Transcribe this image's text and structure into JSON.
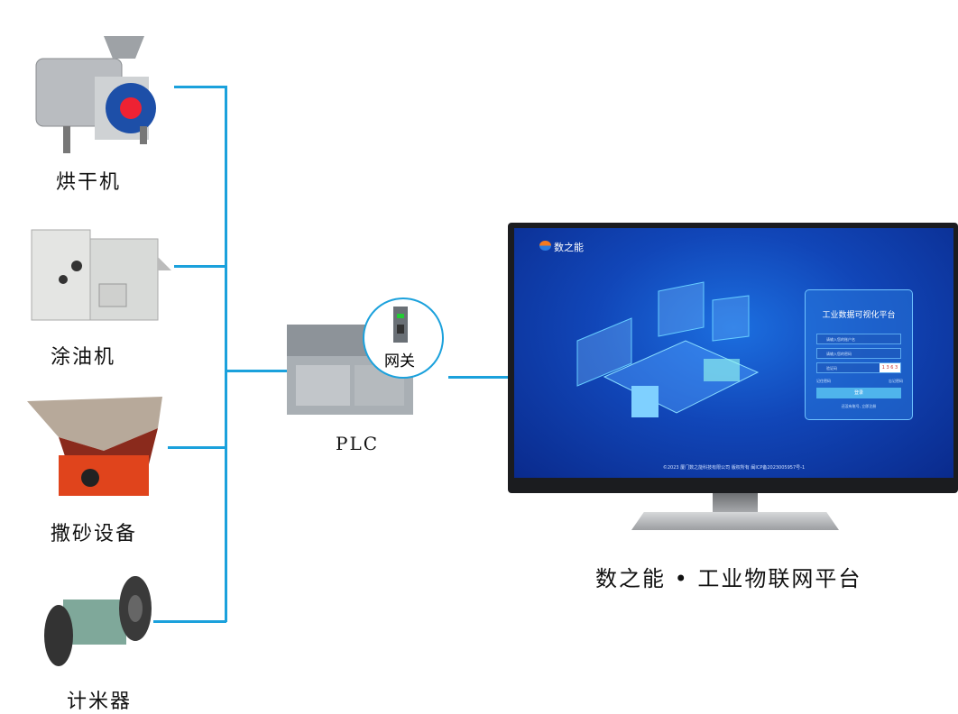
{
  "devices": [
    {
      "label": "烘干机"
    },
    {
      "label": "涂油机"
    },
    {
      "label": "撒砂设备"
    },
    {
      "label": "计米器"
    }
  ],
  "plc": {
    "label": "PLC",
    "gateway_label": "网关"
  },
  "platform": {
    "caption": "数之能 • 工业物联网平台",
    "brand": "数之能",
    "login_title": "工业数据可视化平台",
    "username_placeholder": "请输入您的账户名",
    "password_placeholder": "请输入您的密码",
    "captcha_placeholder": "验证码",
    "captcha_code": "1 3 6 3",
    "remember": "记住密码",
    "forgot": "忘记密码",
    "login_button": "登录",
    "register": "还没有账号, 立即注册",
    "footer": "©2023 厦门数之能科技有限公司 版权所有 闽ICP备2023005957号-1"
  },
  "colors": {
    "connector": "#1ba1dc"
  }
}
